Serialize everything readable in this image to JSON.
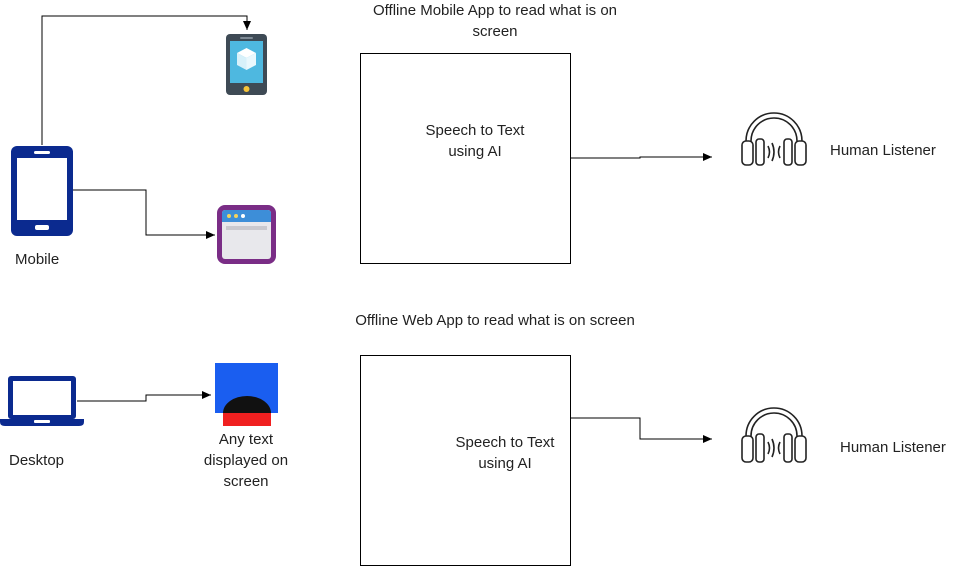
{
  "diagram": {
    "mobile": {
      "title_line1": "Offline Mobile App to read what is on",
      "title_line2": "screen",
      "source_label": "Mobile",
      "process_line1": "Speech to Text",
      "process_line2": "using AI",
      "listener_label": "Human Listener"
    },
    "web": {
      "title": "Offline Web App to read what is on screen",
      "source_label": "Desktop",
      "screen_line1": "Any text",
      "screen_line2": "displayed on",
      "screen_line3": "screen",
      "process_line1": "Speech to Text",
      "process_line2": "using AI",
      "listener_label": "Human Listener"
    }
  },
  "icons": [
    "mobile-phone-icon",
    "tablet-app-icon",
    "browser-window-icon",
    "laptop-icon",
    "screen-display-icon",
    "headphones-icon"
  ],
  "colors": {
    "device_navy": "#0b2a8f",
    "tablet_body": "#3e4a55",
    "tablet_screen": "#4eb8e0",
    "browser_purple": "#7a2d86",
    "browser_bar": "#3d8ed8",
    "screen_blue": "#1a5ef0",
    "screen_red": "#f02020"
  }
}
